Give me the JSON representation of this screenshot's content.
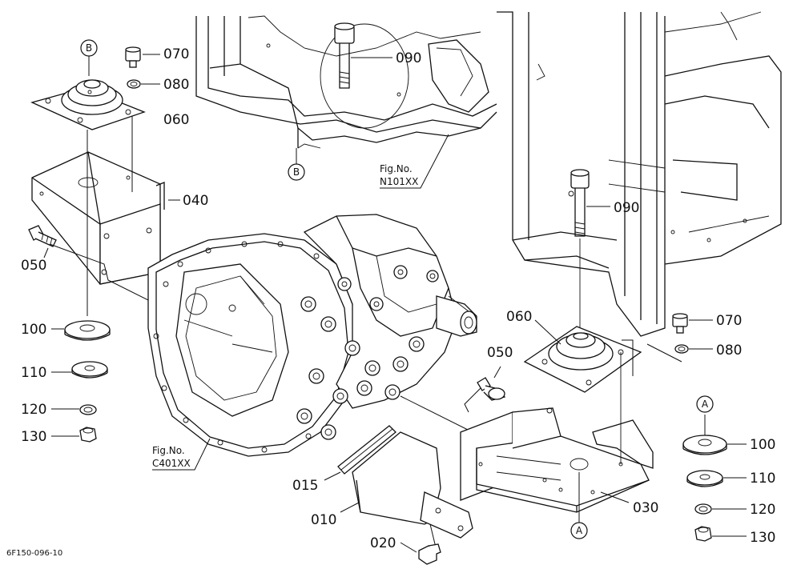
{
  "diagram": {
    "code": "6F150-096-10",
    "fig_refs": [
      {
        "label": "Fig.No.",
        "number": "N101XX"
      },
      {
        "label": "Fig.No.",
        "number": "C401XX"
      }
    ],
    "markers": {
      "a": "A",
      "b": "B"
    },
    "parts": {
      "p010": "010",
      "p015": "015",
      "p020": "020",
      "p030": "030",
      "p040": "040",
      "p050": "050",
      "p060": "060",
      "p070": "070",
      "p080": "080",
      "p090": "090",
      "p100": "100",
      "p110": "110",
      "p120": "120",
      "p130": "130"
    }
  }
}
